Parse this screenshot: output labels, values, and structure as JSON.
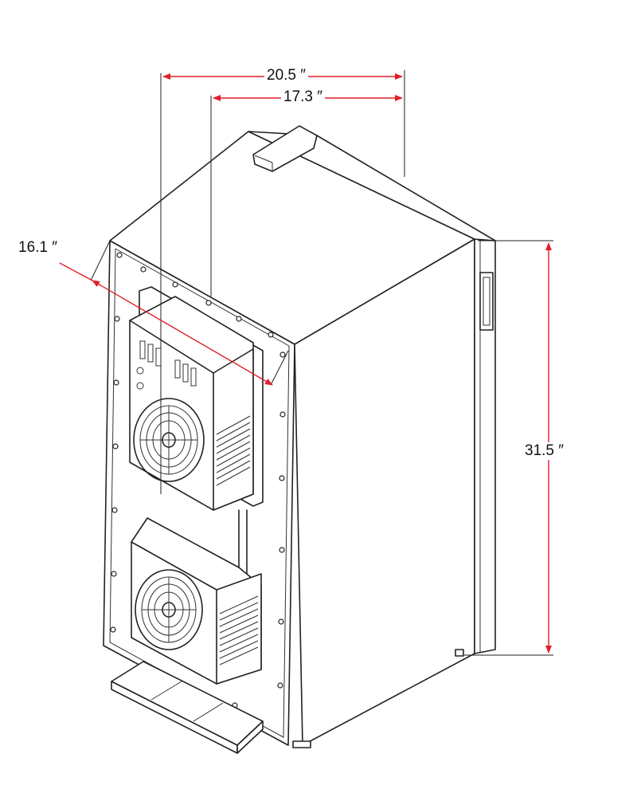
{
  "dimensions": {
    "overall_width": "20.5 ″",
    "inner_width": "17.3 ″",
    "depth": "16.1 ″",
    "height": "31.5 ″"
  },
  "colors": {
    "dimension_line": "#e0202a",
    "outline": "#222222",
    "background": "#ffffff"
  },
  "components": [
    "upper-fan-unit",
    "lower-fan-unit",
    "kick-plate",
    "door-handle",
    "door-hinge-top"
  ]
}
